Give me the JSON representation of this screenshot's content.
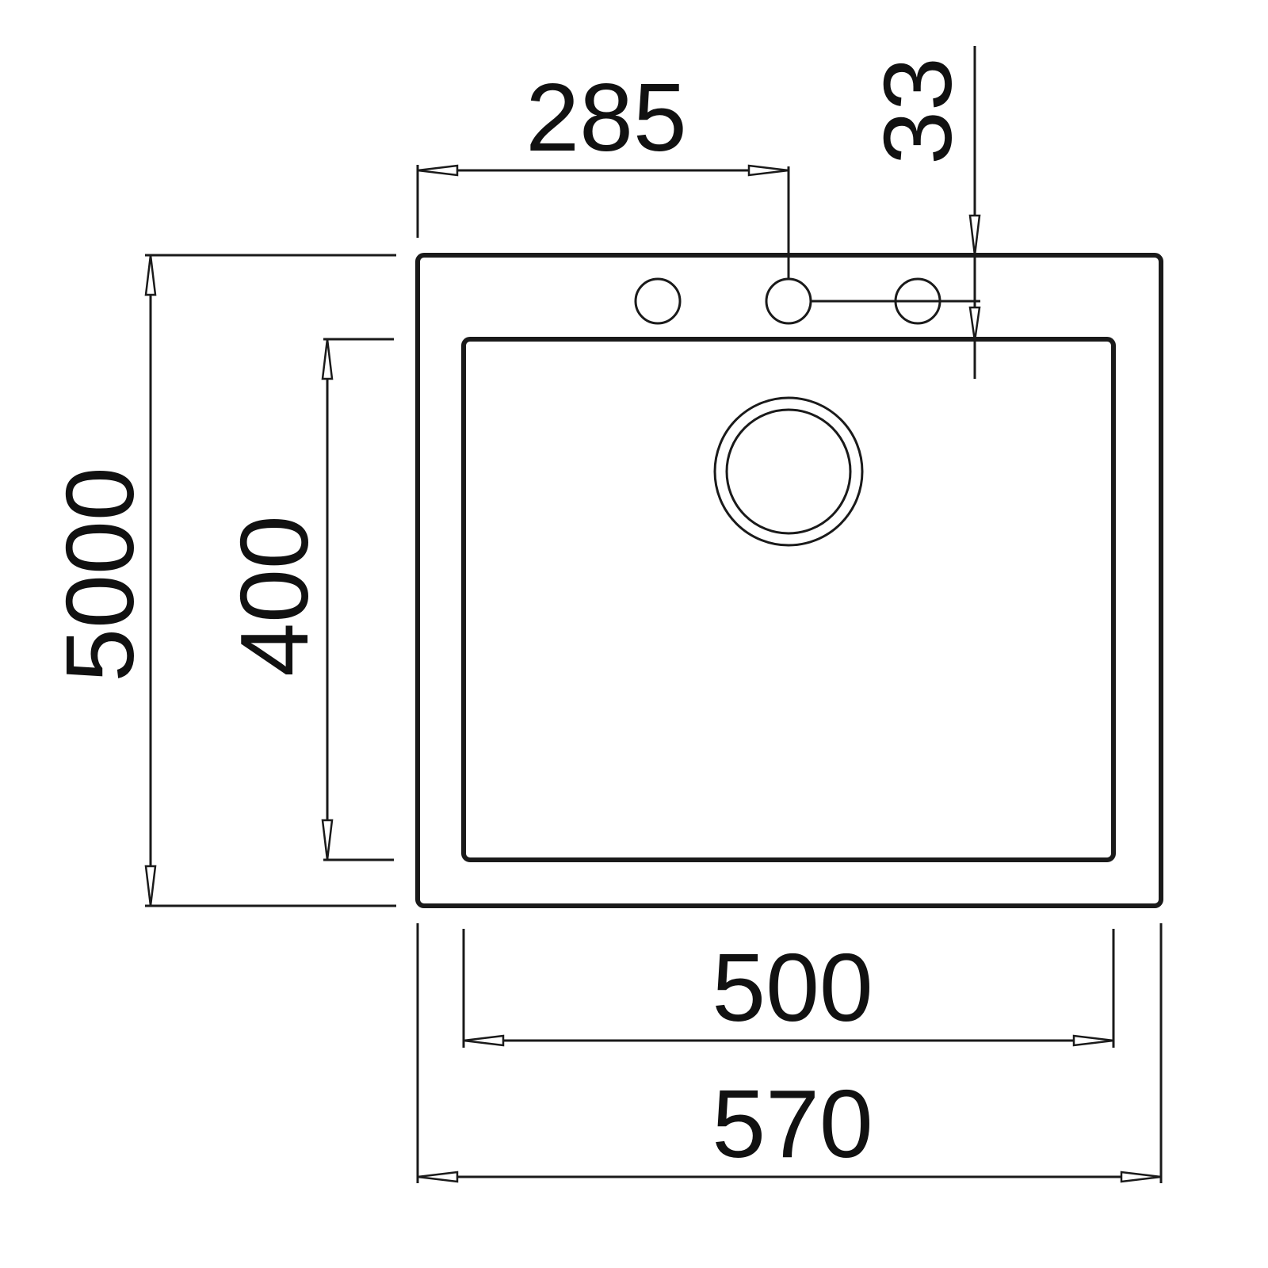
{
  "title": "Sink dimensions drawing",
  "dimensions": {
    "tap_offset": "285",
    "tap_to_bowl": "33",
    "outer_depth": "5000",
    "bowl_depth": "400",
    "bowl_width": "500",
    "outer_width": "570"
  },
  "colors": {
    "line": "#1a1a1a",
    "background": "#ffffff"
  }
}
